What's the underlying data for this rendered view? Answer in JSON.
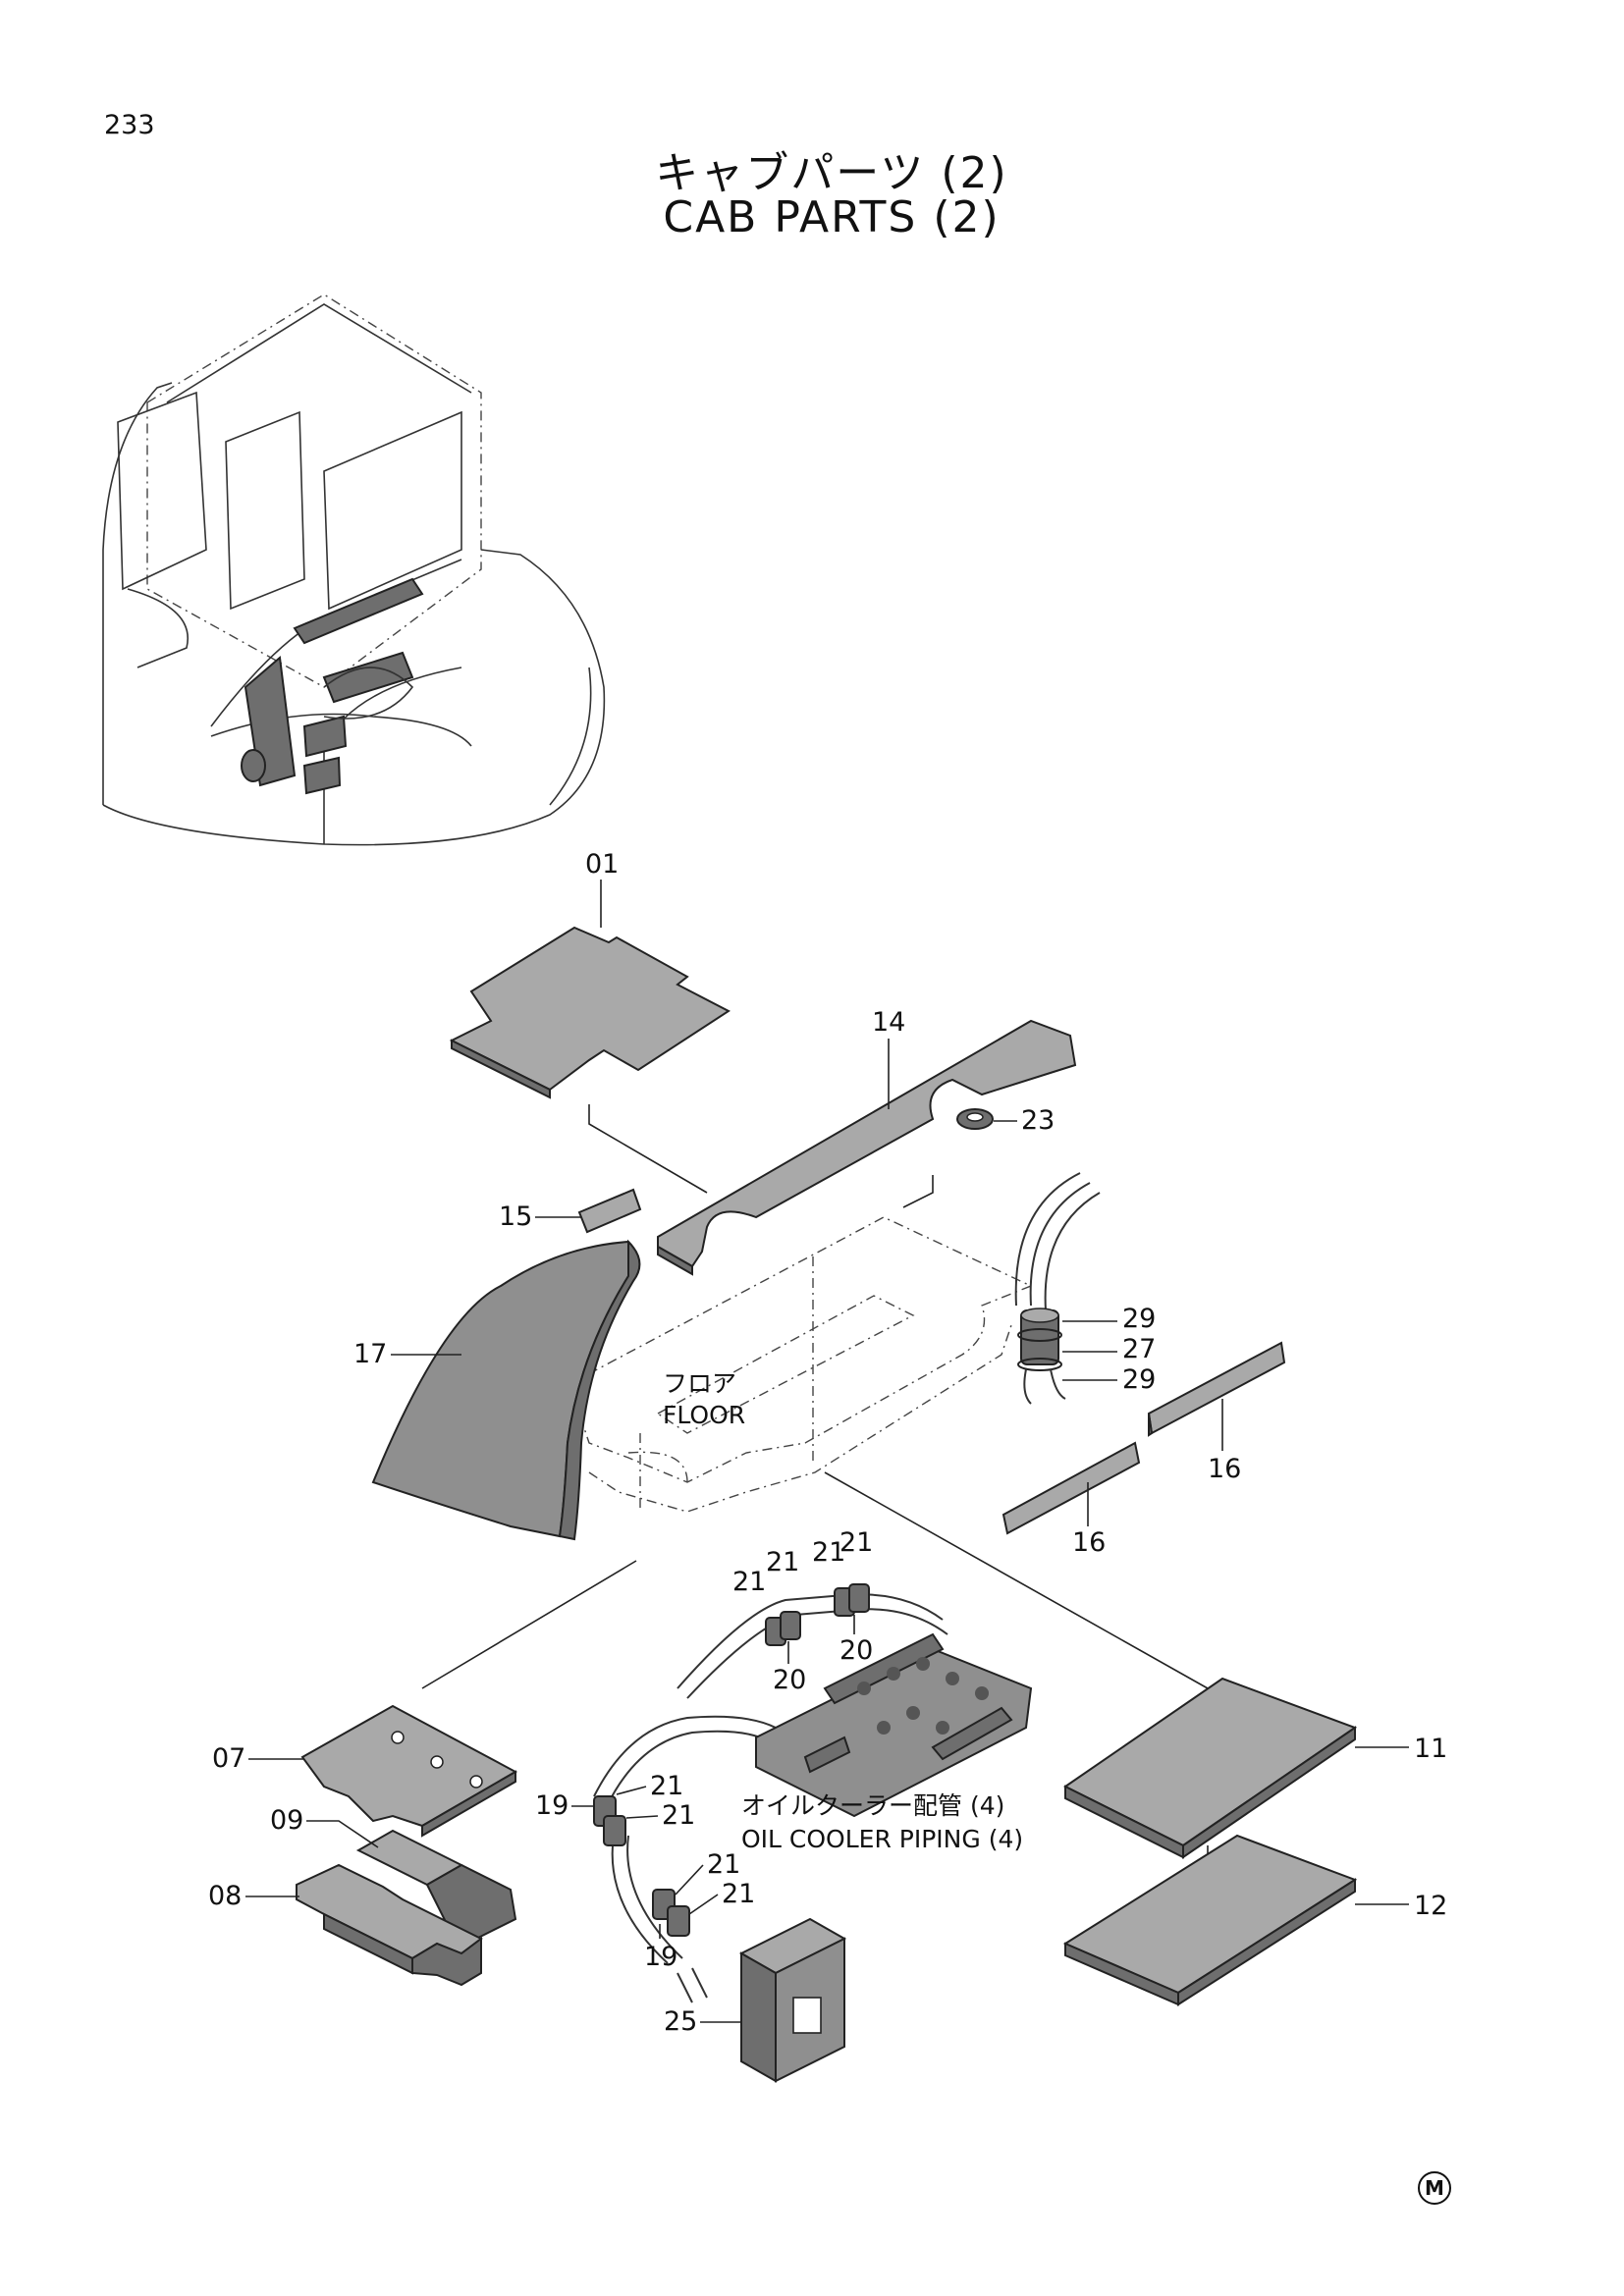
{
  "page_number": "233",
  "title_ja": "キャブパーツ (2)",
  "title_en": "CAB PARTS (2)",
  "labels": {
    "floor_ja": "フロア",
    "floor_en": "FLOOR",
    "piping_ja": "オイルクーラー配管 (4)",
    "piping_en": "OIL COOLER PIPING (4)"
  },
  "callouts": {
    "c01": "01",
    "c14": "14",
    "c23": "23",
    "c15": "15",
    "c17": "17",
    "c29a": "29",
    "c27": "27",
    "c29b": "29",
    "c16a": "16",
    "c16b": "16",
    "c21a": "21",
    "c21b": "21",
    "c21c": "21",
    "c21d": "21",
    "c20a": "20",
    "c20b": "20",
    "c07": "07",
    "c09": "09",
    "c08": "08",
    "c11": "11",
    "c12": "12",
    "c19a": "19",
    "c21e": "21",
    "c21f": "21",
    "c21g": "21",
    "c21h": "21",
    "c19b": "19",
    "c25": "25"
  },
  "corner_mark": "M"
}
